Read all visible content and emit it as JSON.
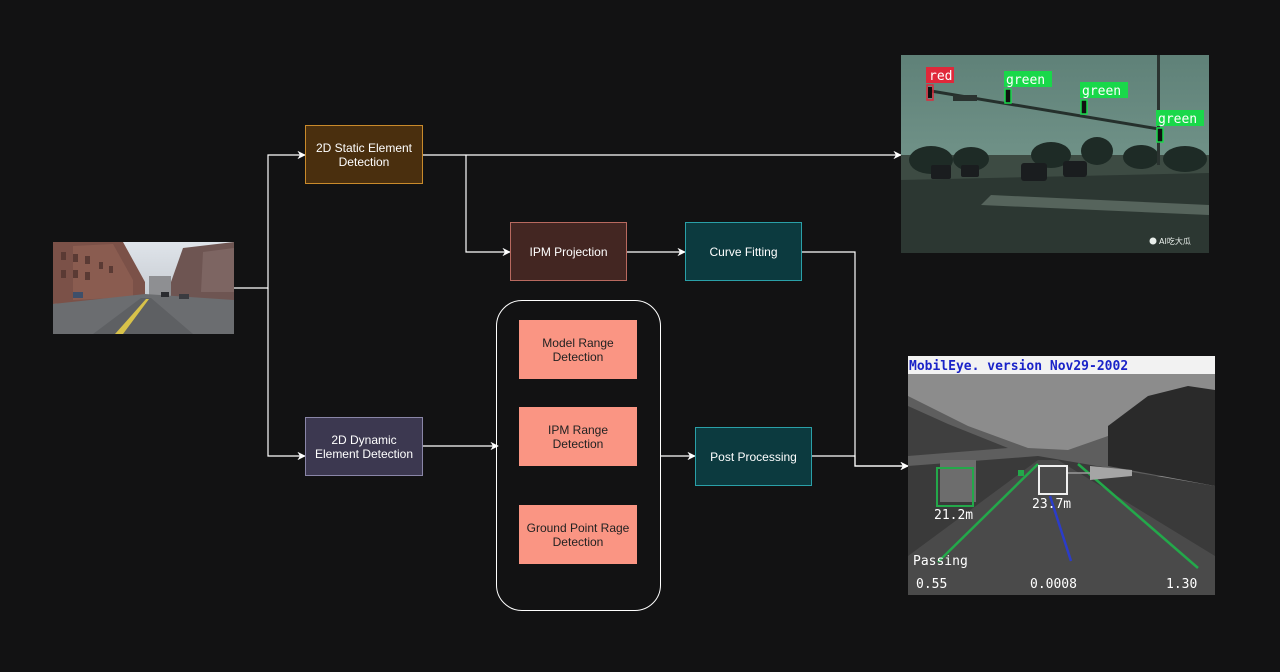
{
  "nodes": {
    "static_detection": "2D Static Element Detection",
    "dynamic_detection": "2D Dynamic Element Detection",
    "ipm_projection": "IPM Projection",
    "curve_fitting": "Curve Fitting",
    "model_range": "Model Range Detection",
    "ipm_range": "IPM Range Detection",
    "ground_point": "Ground Point Rage Detection",
    "post_processing": "Post Processing"
  },
  "traffic_image": {
    "labels": [
      "red",
      "green",
      "green",
      "green"
    ],
    "watermark": "AI吃大瓜"
  },
  "mobileye_image": {
    "header": "MobilEye. version Nov29-2002",
    "distance_left": "21.2m",
    "distance_right": "23.7m",
    "status": "Passing",
    "readout_left": "0.55",
    "readout_mid": "0.0008",
    "readout_right": "1.30"
  },
  "colors": {
    "background": "#121213",
    "connector": "#ffffff",
    "static_fill": "#4a2f0e",
    "dynamic_fill": "#3c3850",
    "ipm_fill": "#432622",
    "teal_fill": "#0c3a3f",
    "range_fill": "#fa9583",
    "detect_green": "#19d84a",
    "detect_red": "#e0283a"
  }
}
